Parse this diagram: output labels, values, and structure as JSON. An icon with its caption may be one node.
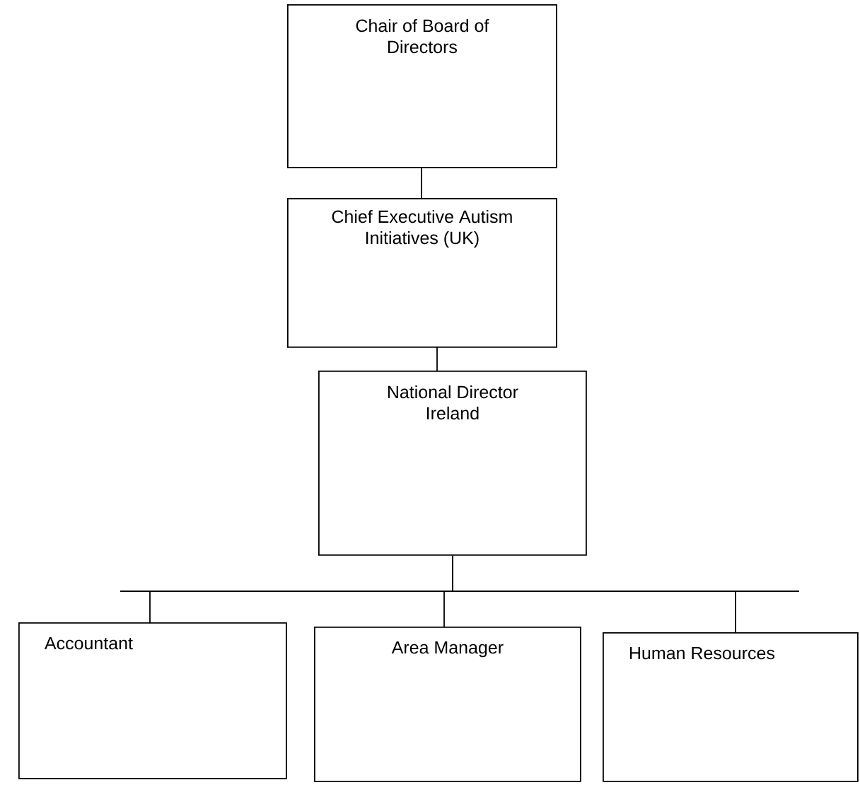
{
  "diagram": {
    "nodes": [
      {
        "text": [
          "Chair of Board of Directors"
        ]
      },
      {
        "text": [
          "Chief Executive Autism Initiatives (UK)"
        ]
      },
      {
        "text": [
          "National Director Ireland"
        ]
      },
      {
        "text": [
          "Accountant"
        ]
      },
      {
        "text": [
          "Area Manager"
        ]
      },
      {
        "text": [
          "Human Resources"
        ]
      }
    ],
    "edges": [
      {
        "from": 0,
        "to": 1,
        "arrow": "none"
      },
      {
        "from": 1,
        "to": 2,
        "arrow": "none"
      },
      {
        "from": 2,
        "to": 3,
        "arrow": "none"
      },
      {
        "from": 2,
        "to": 4,
        "arrow": "none"
      },
      {
        "from": 2,
        "to": 5,
        "arrow": "none"
      }
    ]
  }
}
